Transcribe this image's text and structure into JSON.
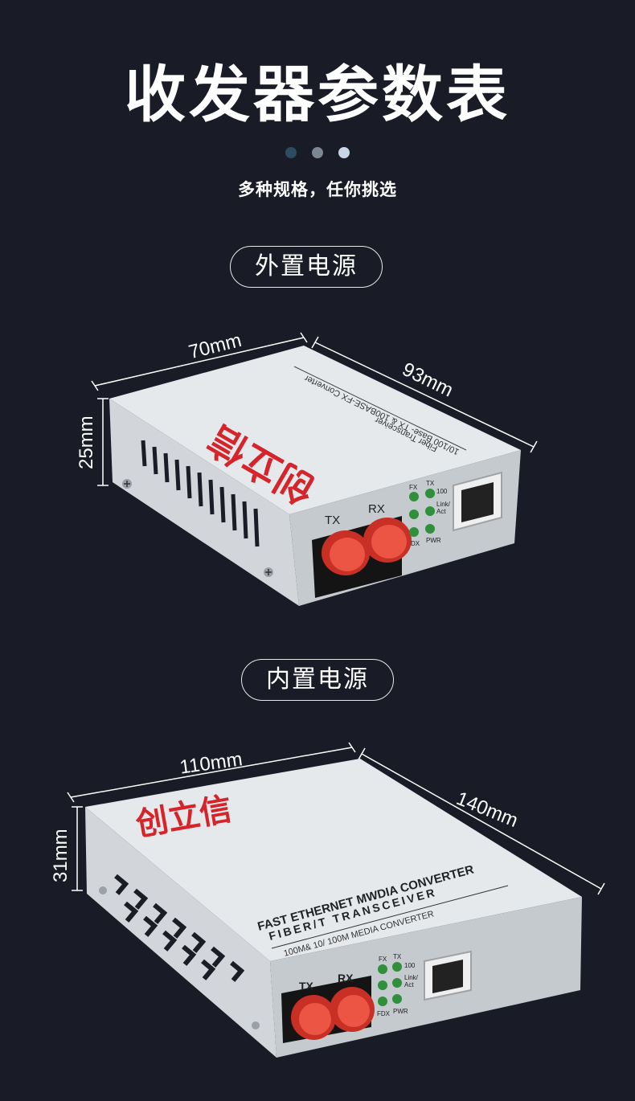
{
  "header": {
    "title": "收发器参数表",
    "subtitle": "多种规格，任你挑选",
    "dot_colors": [
      "#2f4a63",
      "#7b8792",
      "#c9d6e8"
    ]
  },
  "external": {
    "label": "外置电源",
    "width": "70mm",
    "depth": "93mm",
    "height": "25mm",
    "brand": "创立信",
    "print_line1": "Fiber Transceiver",
    "print_line2": "10/100 Base- TX & 100BASE-FX Converter",
    "port_tx": "TX",
    "port_rx": "RX",
    "led_fx": "FX",
    "led_tx": "TX",
    "led_100": "100",
    "led_link": "Link/",
    "led_act": "Act",
    "led_dx": "DX",
    "led_pwr": "PWR"
  },
  "internal": {
    "label": "内置电源",
    "width": "110mm",
    "depth": "140mm",
    "height": "31mm",
    "brand": "创立信",
    "print_line1": "FAST ETHERNET MWDIA CONVERTER",
    "print_line2": "FIBER/T TRANSCEIVER",
    "print_line3": "100M& 10/ 100M MEDIA CONVERTER",
    "port_tx": "TX",
    "port_rx": "RX",
    "led_fx": "FX",
    "led_tx": "TX",
    "led_100": "100",
    "led_link": "Link/",
    "led_act": "Act",
    "led_fdx": "FDX",
    "led_pwr": "PWR"
  },
  "colors": {
    "background": "#191c26",
    "brand_red": "#d6242b",
    "connector_red": "#e8473a",
    "led_green": "#2f8f3a",
    "metal": "#e4e7ea"
  }
}
